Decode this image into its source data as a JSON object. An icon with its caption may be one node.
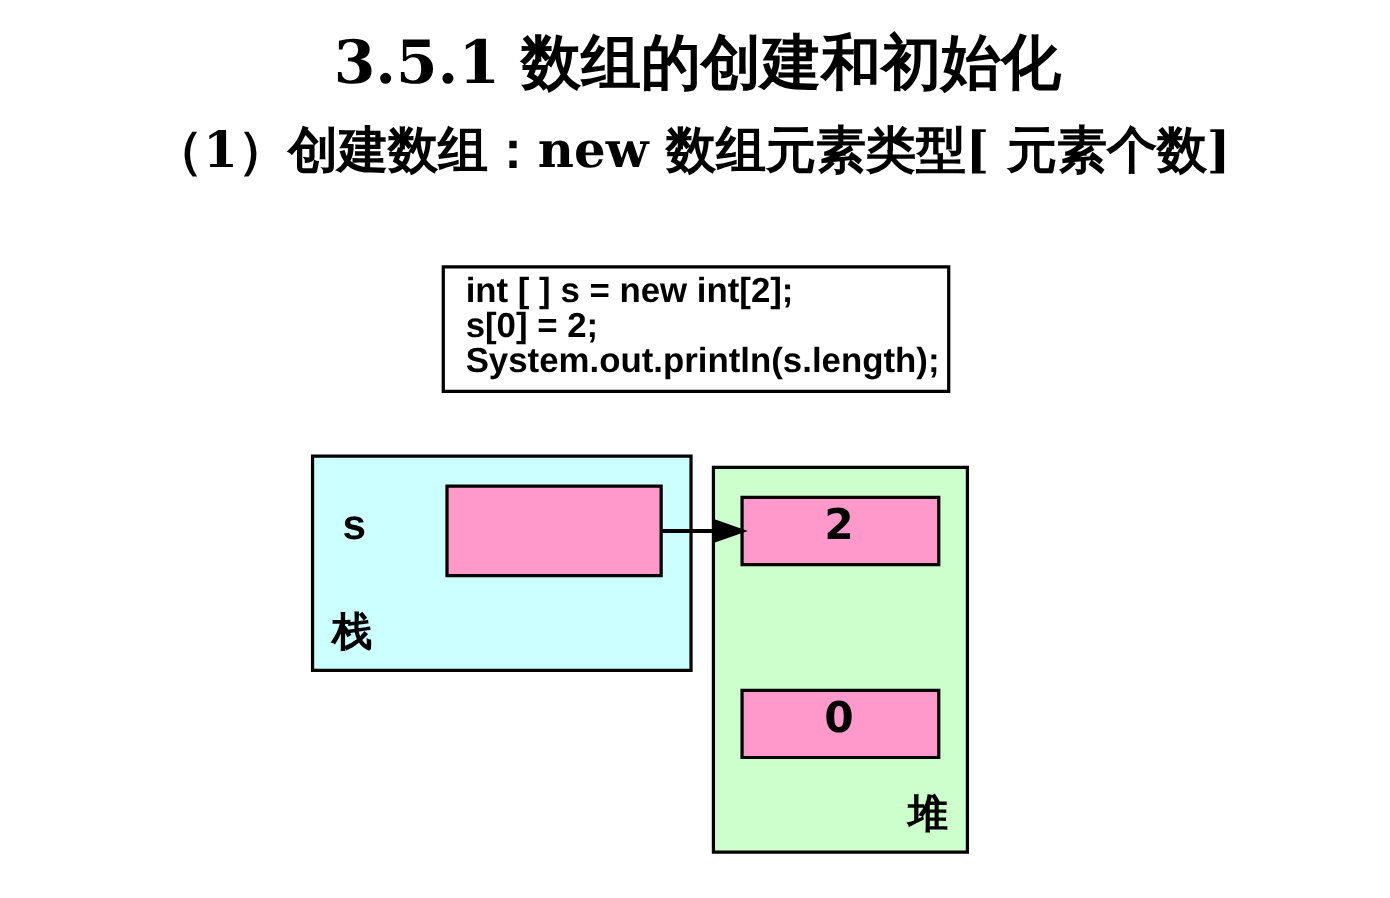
{
  "diagram": {
    "title": "3.5.1 数组的创建和初始化",
    "nodes": [
      {
        "text": [
          "int [ ] s = new int[2];",
          "s[0] = 2;",
          "System.out.println(s.length);"
        ]
      },
      {
        "text": [
          "栈"
        ]
      },
      {
        "text": [],
        "shape": "box",
        "in": 1,
        "beside": [
          "s"
        ]
      },
      {
        "text": [
          "堆"
        ]
      },
      {
        "text": [
          "2"
        ],
        "in": 3
      },
      {
        "text": [
          "0"
        ],
        "in": 3
      }
    ],
    "edges": [
      {
        "from": 2,
        "to": 4,
        "arrow": "to"
      }
    ],
    "labels": [
      "（1）创建数组：new 数组元素类型[ 元素个数]"
    ]
  }
}
